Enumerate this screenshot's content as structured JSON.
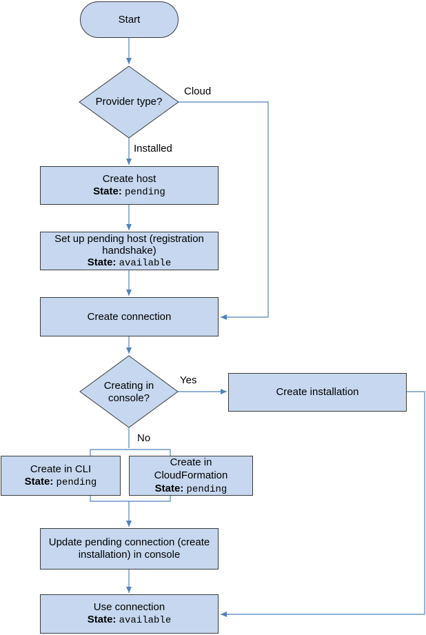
{
  "start": {
    "label": "Start"
  },
  "provider_decision": {
    "label": "Provider type?"
  },
  "edge_cloud": "Cloud",
  "edge_installed": "Installed",
  "create_host": {
    "title": "Create host",
    "state_key": "State:",
    "state_value": "pending"
  },
  "setup_host": {
    "title": "Set up pending host (registration handshake)",
    "state_key": "State:",
    "state_value": "available"
  },
  "create_connection": {
    "label": "Create connection"
  },
  "console_decision": {
    "line1": "Creating in",
    "line2": "console?"
  },
  "edge_yes": "Yes",
  "edge_no": "No",
  "create_installation": {
    "label": "Create installation"
  },
  "create_cli": {
    "title": "Create in CLI",
    "state_key": "State:",
    "state_value": "pending"
  },
  "create_cfn": {
    "line1": "Create in",
    "line2": "CloudFormation",
    "state_key": "State:",
    "state_value": "pending"
  },
  "update_pending": {
    "title": "Update pending connection (create installation) in console"
  },
  "use_connection": {
    "title": "Use connection",
    "state_key": "State:",
    "state_value": "available"
  },
  "colors": {
    "fill": "#c6d7ef",
    "connector": "#4f81bd",
    "border": "#3a3a3a"
  }
}
